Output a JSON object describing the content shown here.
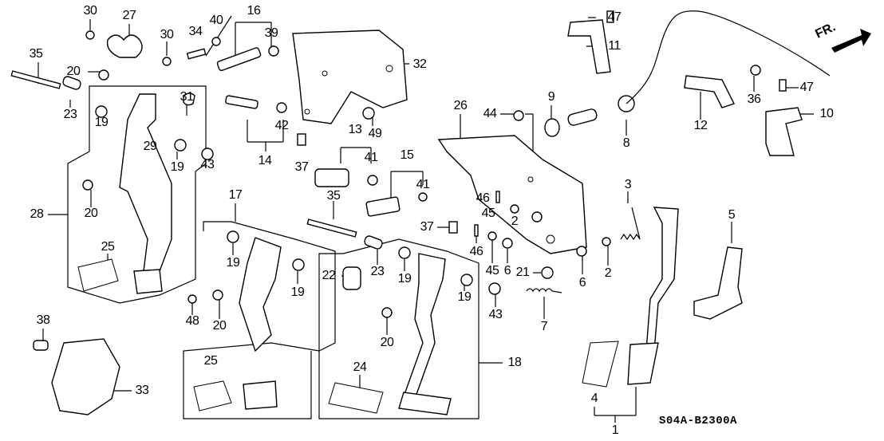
{
  "diagram": {
    "title_code": "S04A-B2300A",
    "direction_indicator": "FR.",
    "callouts": [
      {
        "id": "c30a",
        "label": "30"
      },
      {
        "id": "c27",
        "label": "27"
      },
      {
        "id": "c30b",
        "label": "30"
      },
      {
        "id": "c34",
        "label": "34"
      },
      {
        "id": "c40",
        "label": "40"
      },
      {
        "id": "c16",
        "label": "16"
      },
      {
        "id": "c39",
        "label": "39"
      },
      {
        "id": "c32",
        "label": "32"
      },
      {
        "id": "c47a",
        "label": "47"
      },
      {
        "id": "c11",
        "label": "11"
      },
      {
        "id": "c35a",
        "label": "35"
      },
      {
        "id": "c20a",
        "label": "20"
      },
      {
        "id": "c23a",
        "label": "23"
      },
      {
        "id": "c19a",
        "label": "19"
      },
      {
        "id": "c31",
        "label": "31"
      },
      {
        "id": "c29",
        "label": "29"
      },
      {
        "id": "c19b",
        "label": "19"
      },
      {
        "id": "c43a",
        "label": "43"
      },
      {
        "id": "c42",
        "label": "42"
      },
      {
        "id": "c14",
        "label": "14"
      },
      {
        "id": "c37a",
        "label": "37"
      },
      {
        "id": "c49",
        "label": "49"
      },
      {
        "id": "c13",
        "label": "13"
      },
      {
        "id": "c41a",
        "label": "41"
      },
      {
        "id": "c15",
        "label": "15"
      },
      {
        "id": "c41b",
        "label": "41"
      },
      {
        "id": "c26",
        "label": "26"
      },
      {
        "id": "c44",
        "label": "44"
      },
      {
        "id": "c9",
        "label": "9"
      },
      {
        "id": "c8",
        "label": "8"
      },
      {
        "id": "c12",
        "label": "12"
      },
      {
        "id": "c36",
        "label": "36"
      },
      {
        "id": "c47b",
        "label": "47"
      },
      {
        "id": "c10",
        "label": "10"
      },
      {
        "id": "c28",
        "label": "28"
      },
      {
        "id": "c20b",
        "label": "20"
      },
      {
        "id": "c25a",
        "label": "25"
      },
      {
        "id": "c17",
        "label": "17"
      },
      {
        "id": "c19c",
        "label": "19"
      },
      {
        "id": "c19d",
        "label": "19"
      },
      {
        "id": "c48",
        "label": "48"
      },
      {
        "id": "c20c",
        "label": "20"
      },
      {
        "id": "c25b",
        "label": "25"
      },
      {
        "id": "c35b",
        "label": "35"
      },
      {
        "id": "c22",
        "label": "22"
      },
      {
        "id": "c23b",
        "label": "23"
      },
      {
        "id": "c37b",
        "label": "37"
      },
      {
        "id": "c46a",
        "label": "46"
      },
      {
        "id": "c45a",
        "label": "45"
      },
      {
        "id": "c2a",
        "label": "2"
      },
      {
        "id": "c46b",
        "label": "46"
      },
      {
        "id": "c45b",
        "label": "45"
      },
      {
        "id": "c6a",
        "label": "6"
      },
      {
        "id": "c21",
        "label": "21"
      },
      {
        "id": "c6b",
        "label": "6"
      },
      {
        "id": "c2b",
        "label": "2"
      },
      {
        "id": "c3",
        "label": "3"
      },
      {
        "id": "c5",
        "label": "5"
      },
      {
        "id": "c19e",
        "label": "19"
      },
      {
        "id": "c19f",
        "label": "19"
      },
      {
        "id": "c20d",
        "label": "20"
      },
      {
        "id": "c43b",
        "label": "43"
      },
      {
        "id": "c7",
        "label": "7"
      },
      {
        "id": "c18",
        "label": "18"
      },
      {
        "id": "c24",
        "label": "24"
      },
      {
        "id": "c38",
        "label": "38"
      },
      {
        "id": "c33",
        "label": "33"
      },
      {
        "id": "c4",
        "label": "4"
      },
      {
        "id": "c1",
        "label": "1"
      }
    ]
  }
}
